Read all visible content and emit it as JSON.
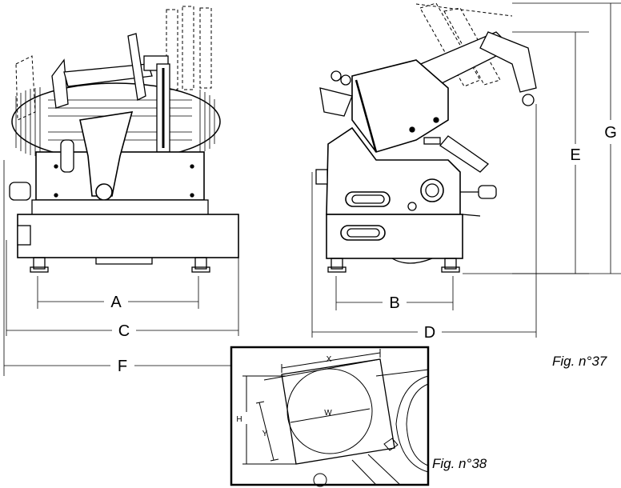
{
  "front_view": {
    "dimensions": {
      "a": "A",
      "c": "C",
      "f": "F"
    }
  },
  "side_view": {
    "dimensions": {
      "b": "B",
      "d": "D",
      "e": "E",
      "g": "G"
    }
  },
  "inset": {
    "dimensions": {
      "x": "X",
      "w": "W",
      "h": "H",
      "y": "Y"
    }
  },
  "captions": {
    "fig37": "Fig. n°37",
    "fig38": "Fig. n°38"
  },
  "colors": {
    "ink": "#000000",
    "paper": "#ffffff",
    "grey": "#d0d0d0"
  }
}
